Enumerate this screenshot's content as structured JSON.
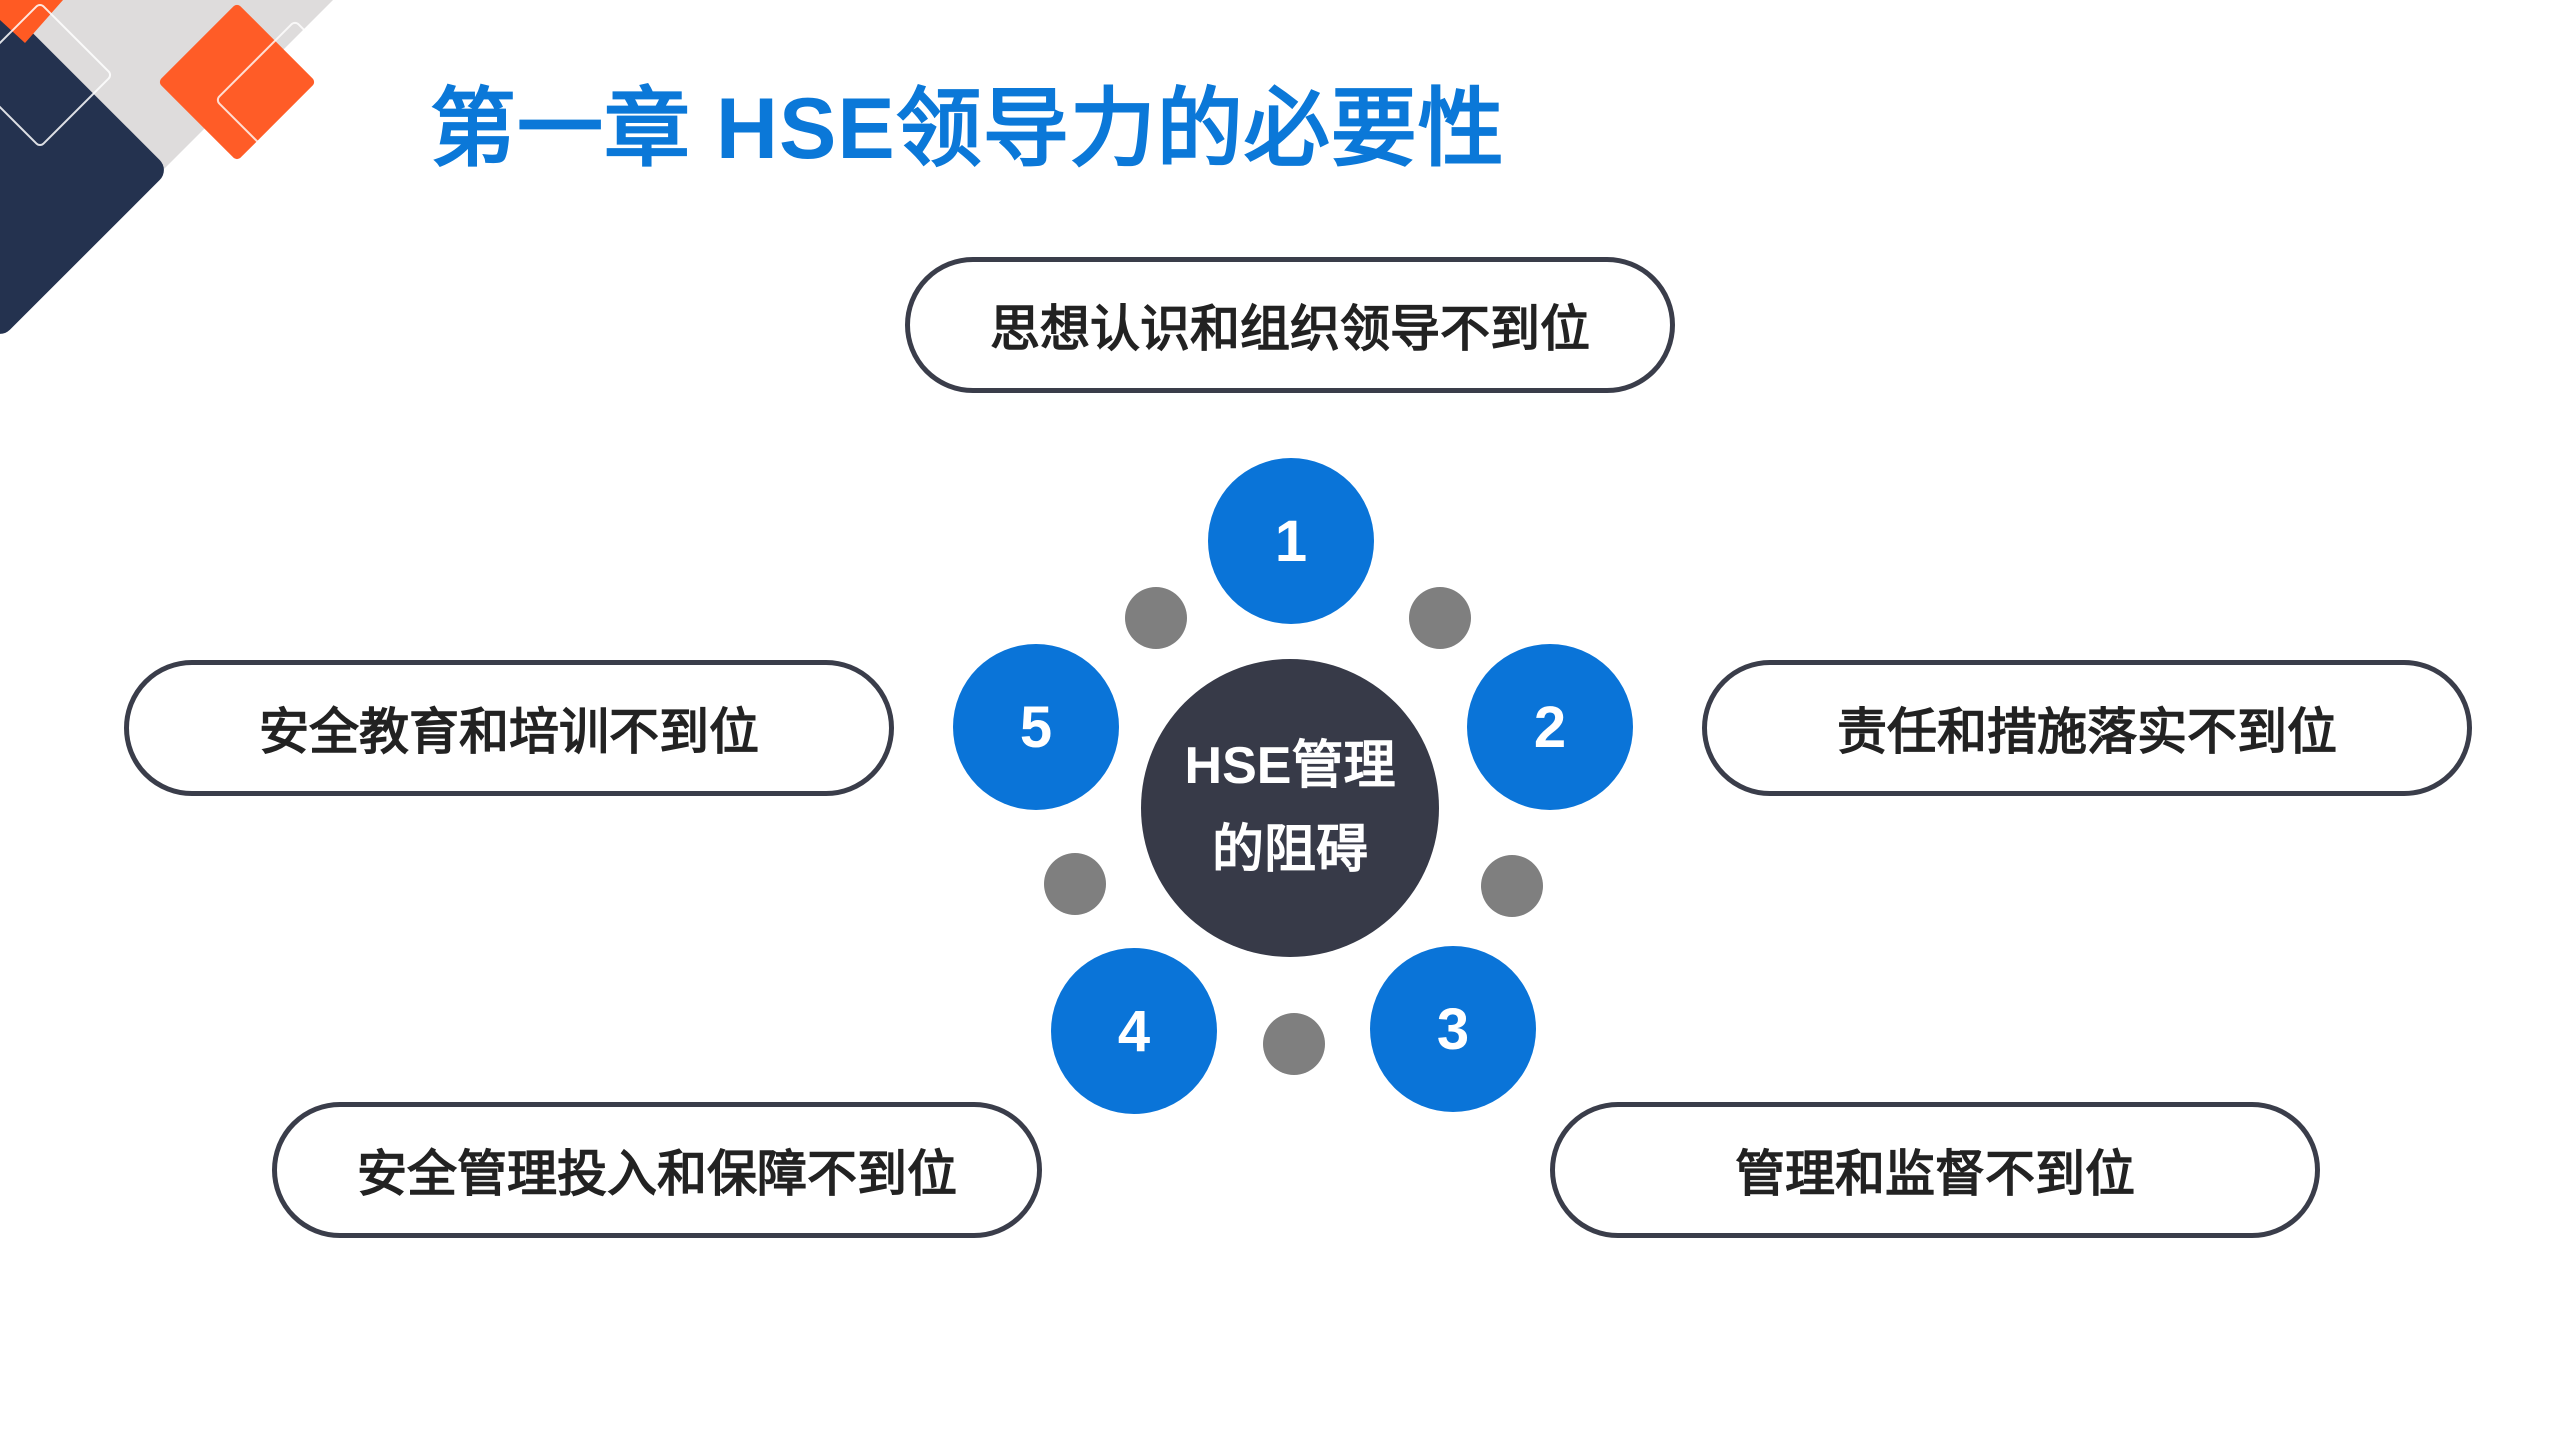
{
  "title": "第一章 HSE领导力的必要性",
  "center": {
    "line1": "HSE管理",
    "line2": "的阻碍"
  },
  "items": [
    {
      "number": "1",
      "label": "思想认识和组织领导不到位"
    },
    {
      "number": "2",
      "label": "责任和措施落实不到位"
    },
    {
      "number": "3",
      "label": "管理和监督不到位"
    },
    {
      "number": "4",
      "label": "安全管理投入和保障不到位"
    },
    {
      "number": "5",
      "label": "安全教育和培训不到位"
    }
  ],
  "colors": {
    "accent": "#0a74d8",
    "dark": "#373a48",
    "orange": "#ff5a23",
    "navy": "#24324f"
  }
}
